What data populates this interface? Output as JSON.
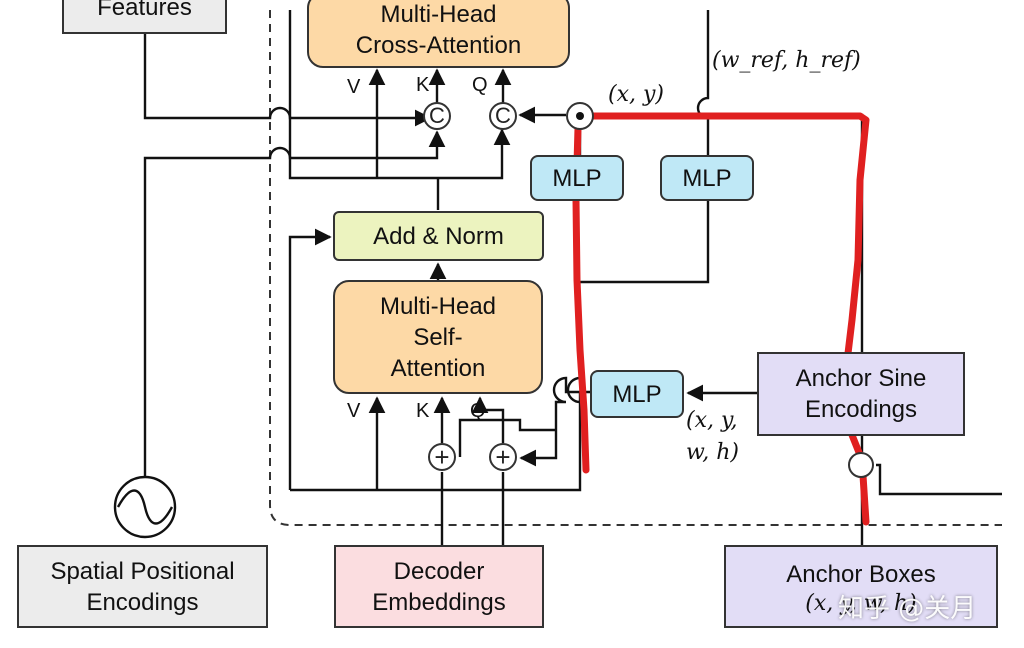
{
  "boxes": {
    "features": [
      "Features"
    ],
    "cross_attention": [
      "Multi-Head",
      "Cross-Attention"
    ],
    "mlp_xy": [
      "MLP"
    ],
    "mlp_ref": [
      "MLP"
    ],
    "add_norm": [
      "Add & Norm"
    ],
    "self_attention": [
      "Multi-Head",
      "Self-",
      "Attention"
    ],
    "mlp_query": [
      "MLP"
    ],
    "anchor_sine": [
      "Anchor Sine",
      "Encodings"
    ],
    "spatial_pos": [
      "Spatial Positional",
      "Encodings"
    ],
    "decoder_emb": [
      "Decoder",
      "Embeddings"
    ],
    "anchor_boxes": [
      "Anchor Boxes"
    ]
  },
  "labels": {
    "cross_v": "V",
    "cross_k": "K",
    "cross_q": "Q",
    "self_v": "V",
    "self_k": "K",
    "self_q": "Q",
    "concat": "C"
  },
  "math": {
    "wh_ref": "(w_ref, h_ref)",
    "xy": "(x, y)",
    "xywh_line1": "(x, y,",
    "xywh_line2": "w, h)",
    "anchor_boxes_coords": "(x, y, w, h)"
  },
  "watermark": "知乎 @关月",
  "colors": {
    "annotation": "#e02020",
    "attention_box": "#fdd9a6",
    "mlp_box": "#bfe8f6",
    "norm_box": "#ecf3bf",
    "anchor_box": "#e2ddf6",
    "embedding_box": "#fbdde0"
  }
}
